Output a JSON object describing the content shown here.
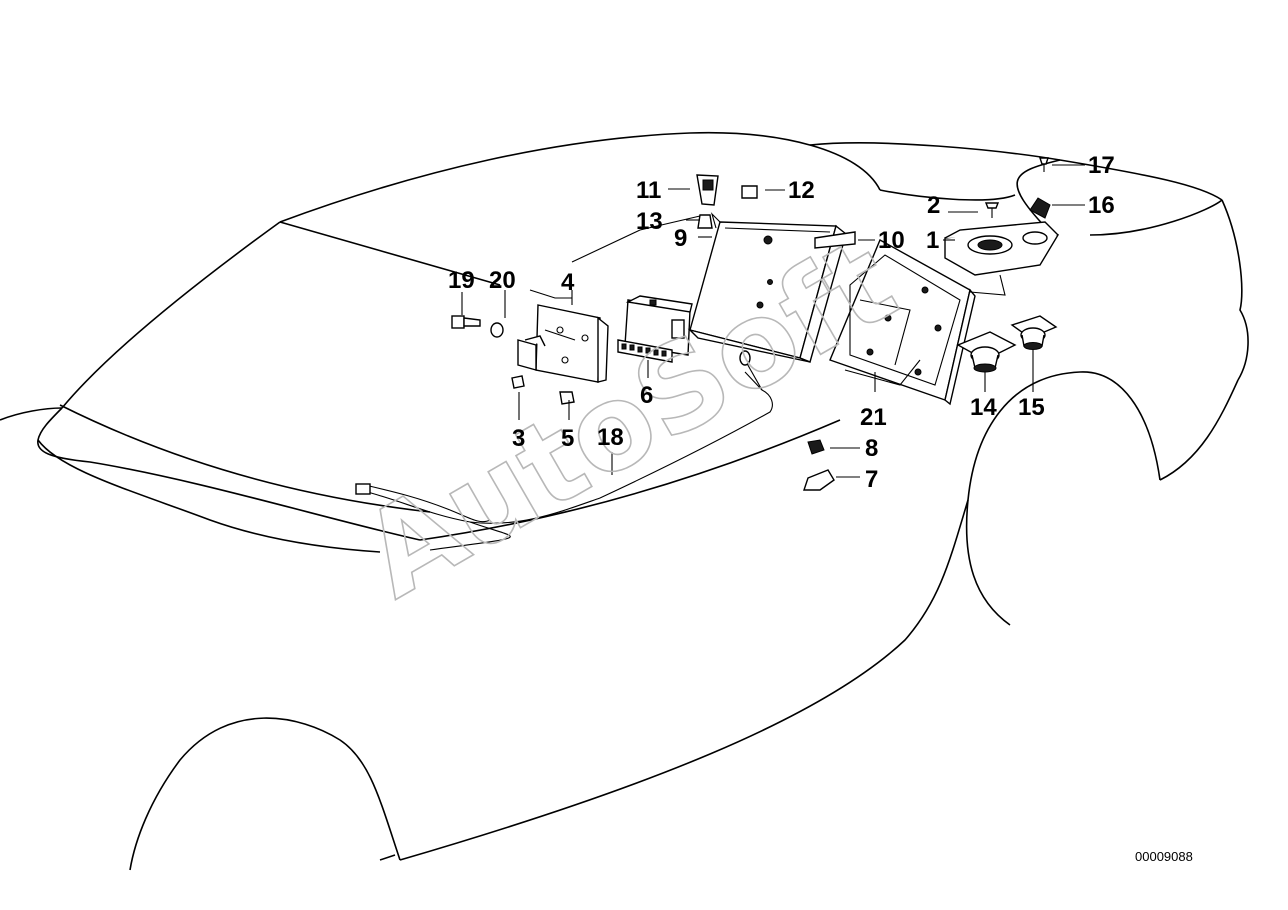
{
  "diagram": {
    "reference_code": "00009088",
    "watermark_text": "AutoSoft",
    "callouts": [
      {
        "id": "1",
        "label": "1"
      },
      {
        "id": "2",
        "label": "2"
      },
      {
        "id": "3",
        "label": "3"
      },
      {
        "id": "4",
        "label": "4"
      },
      {
        "id": "5",
        "label": "5"
      },
      {
        "id": "6",
        "label": "6"
      },
      {
        "id": "7",
        "label": "7"
      },
      {
        "id": "8",
        "label": "8"
      },
      {
        "id": "9",
        "label": "9"
      },
      {
        "id": "10",
        "label": "10"
      },
      {
        "id": "11",
        "label": "11"
      },
      {
        "id": "12",
        "label": "12"
      },
      {
        "id": "13",
        "label": "13"
      },
      {
        "id": "14",
        "label": "14"
      },
      {
        "id": "15",
        "label": "15"
      },
      {
        "id": "16",
        "label": "16"
      },
      {
        "id": "17",
        "label": "17"
      },
      {
        "id": "18",
        "label": "18"
      },
      {
        "id": "19",
        "label": "19"
      },
      {
        "id": "20",
        "label": "20"
      },
      {
        "id": "21",
        "label": "21"
      }
    ]
  }
}
